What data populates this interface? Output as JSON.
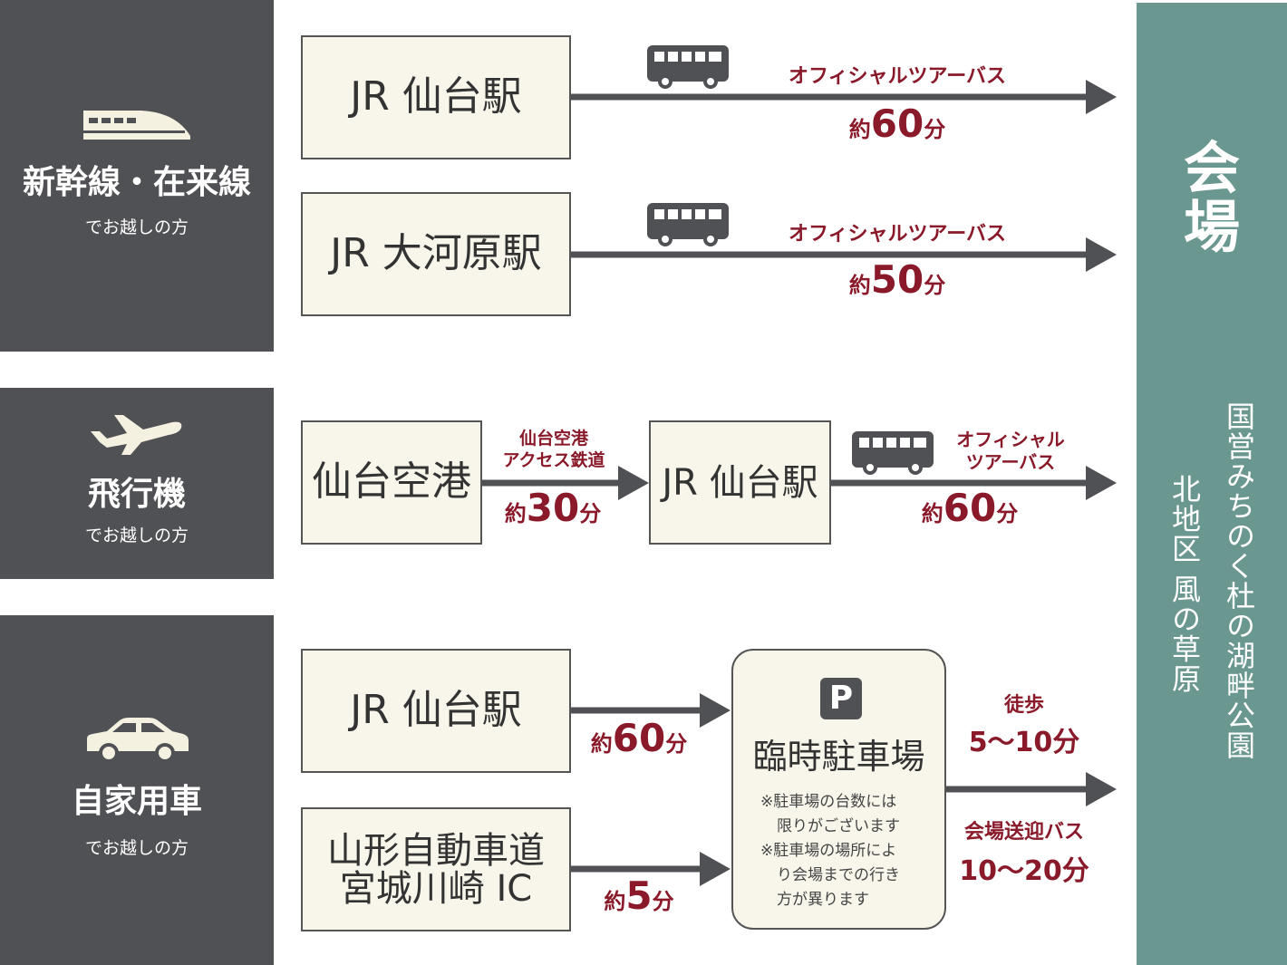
{
  "categories": [
    {
      "title": "新幹線・在来線",
      "sub": "でお越しの方",
      "icon": "shinkansen-icon"
    },
    {
      "title": "飛行機",
      "sub": "でお越しの方",
      "icon": "airplane-icon"
    },
    {
      "title": "自家用車",
      "sub": "でお越しの方",
      "icon": "car-icon"
    }
  ],
  "rail": {
    "row1": {
      "station": "JR 仙台駅",
      "mode": "オフィシャルツアーバス",
      "prefix": "約",
      "num": "60",
      "unit": "分"
    },
    "row2": {
      "station": "JR 大河原駅",
      "mode": "オフィシャルツアーバス",
      "prefix": "約",
      "num": "50",
      "unit": "分"
    }
  },
  "air": {
    "origin": "仙台空港",
    "rail_mode_1": "仙台空港",
    "rail_mode_2": "アクセス鉄道",
    "rail_prefix": "約",
    "rail_num": "30",
    "rail_unit": "分",
    "station": "JR 仙台駅",
    "bus_mode_1": "オフィシャル",
    "bus_mode_2": "ツアーバス",
    "bus_prefix": "約",
    "bus_num": "60",
    "bus_unit": "分"
  },
  "car": {
    "origin1": "JR 仙台駅",
    "origin1_prefix": "約",
    "origin1_num": "60",
    "origin1_unit": "分",
    "origin2_line1": "山形自動車道",
    "origin2_line2": "宮城川崎 IC",
    "origin2_prefix": "約",
    "origin2_num": "5",
    "origin2_unit": "分",
    "parking_symbol": "P",
    "parking_title": "臨時駐車場",
    "parking_note_1": "※駐車場の台数には",
    "parking_note_2": "限りがございます",
    "parking_note_3": "※駐車場の場所によ",
    "parking_note_4": "り会場までの行き",
    "parking_note_5": "方が異ります",
    "walk_label": "徒歩",
    "walk_time": "5〜10分",
    "shuttle_label": "会場送迎バス",
    "shuttle_time": "10〜20分"
  },
  "venue": {
    "title_1": "会",
    "title_2": "場",
    "name_1": "国営みちのく杜の湖畔公園",
    "name_2": "北地区 風の草原"
  },
  "colors": {
    "dark_panel": "#505154",
    "venue": "#6a978f",
    "accent": "#8a1a2a",
    "box_fill": "#f8f6ea"
  }
}
